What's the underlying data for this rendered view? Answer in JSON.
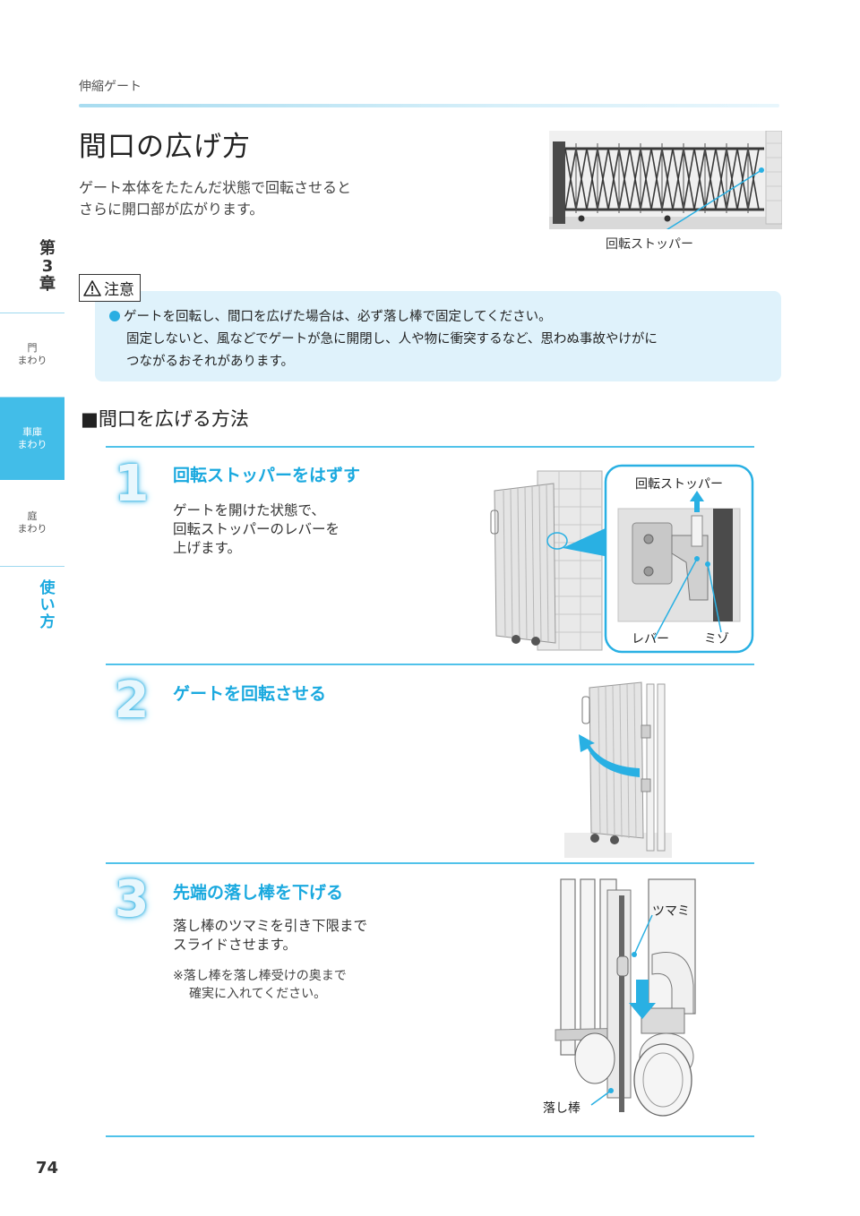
{
  "header": {
    "breadcrumb": "伸縮ゲート",
    "title": "間口の広げ方",
    "intro_line1": "ゲート本体をたたんだ状態で回転させると",
    "intro_line2": "さらに開口部が広がります。",
    "photo_caption": "回転ストッパー"
  },
  "sidebar": {
    "chapter_chars": [
      "第",
      "3",
      "章"
    ],
    "tabs": [
      {
        "line1": "門",
        "line2": "まわり"
      },
      {
        "line1": "車庫",
        "line2": "まわり"
      },
      {
        "line1": "庭",
        "line2": "まわり"
      }
    ],
    "usage_chars": [
      "使",
      "い",
      "方"
    ]
  },
  "caution": {
    "label": "注意",
    "line1": "ゲートを回転し、間口を広げた場合は、必ず落し棒で固定してください。",
    "line2": "固定しないと、風などでゲートが急に開閉し、人や物に衝突するなど、思わぬ事故やけがに",
    "line3": "つながるおそれがあります。"
  },
  "section": {
    "heading": "■間口を広げる方法"
  },
  "steps": [
    {
      "number": "1",
      "title": "回転ストッパーをはずす",
      "body1": "ゲートを開けた状態で、",
      "body2": "回転ストッパーのレバーを",
      "body3": "上げます。",
      "callout_title": "回転ストッパー",
      "label_lever": "レバー",
      "label_groove": "ミゾ"
    },
    {
      "number": "2",
      "title": "ゲートを回転させる"
    },
    {
      "number": "3",
      "title": "先端の落し棒を下げる",
      "body1": "落し棒のツマミを引き下限まで",
      "body2": "スライドさせます。",
      "note1": "※落し棒を落し棒受けの奥まで",
      "note2": "確実に入れてください。",
      "label_knob": "ツマミ",
      "label_rod": "落し棒"
    }
  ],
  "page_number": "74",
  "colors": {
    "accent": "#1aa9df",
    "caution_bg": "#dff2fb",
    "active_tab": "#42bde8"
  }
}
